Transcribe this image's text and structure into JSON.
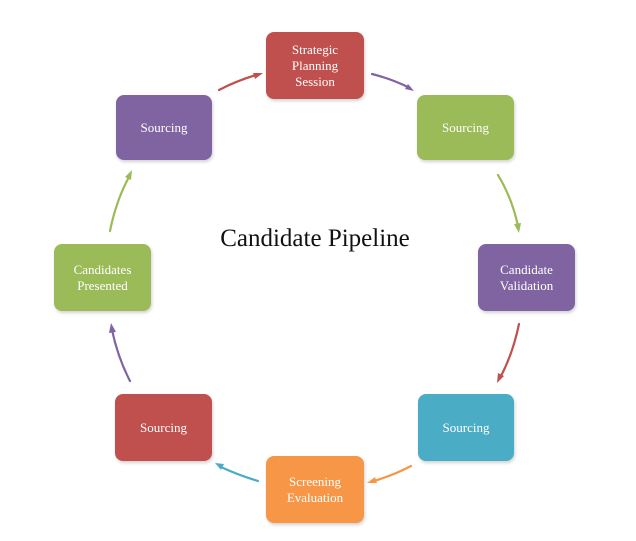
{
  "diagram": {
    "title": "Candidate Pipeline",
    "nodes": [
      {
        "label": "Strategic\nPlanning\nSession",
        "color": "#c0504d"
      },
      {
        "label": "Sourcing",
        "color": "#9bbb59"
      },
      {
        "label": "Candidate\nValidation",
        "color": "#8064a2"
      },
      {
        "label": "Sourcing",
        "color": "#4bacc6"
      },
      {
        "label": "Screening\nEvaluation",
        "color": "#f79646"
      },
      {
        "label": "Sourcing",
        "color": "#c0504d"
      },
      {
        "label": "Candidates\nPresented",
        "color": "#9bbb59"
      },
      {
        "label": "Sourcing",
        "color": "#8064a2"
      }
    ],
    "connectors": [
      {
        "from": "Strategic Planning Session",
        "to": "Sourcing",
        "color": "#8064a2"
      },
      {
        "from": "Sourcing",
        "to": "Candidate Validation",
        "color": "#9bbb59"
      },
      {
        "from": "Candidate Validation",
        "to": "Sourcing",
        "color": "#c0504d"
      },
      {
        "from": "Sourcing",
        "to": "Screening Evaluation",
        "color": "#f79646"
      },
      {
        "from": "Screening Evaluation",
        "to": "Sourcing",
        "color": "#4bacc6"
      },
      {
        "from": "Sourcing",
        "to": "Candidates Presented",
        "color": "#8064a2"
      },
      {
        "from": "Candidates Presented",
        "to": "Sourcing",
        "color": "#9bbb59"
      },
      {
        "from": "Sourcing",
        "to": "Strategic Planning Session",
        "color": "#c0504d"
      }
    ]
  }
}
